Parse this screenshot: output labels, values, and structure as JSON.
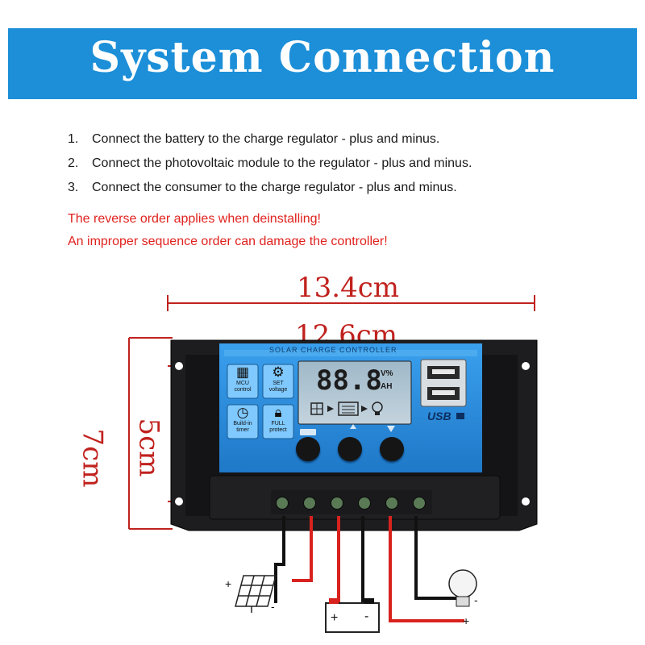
{
  "header": {
    "title": "System Connection"
  },
  "instructions": {
    "steps": [
      {
        "number": "1.",
        "text": "Connect the battery to the charge regulator - plus and minus."
      },
      {
        "number": "2.",
        "text": "Connect the photovoltaic module to the regulator - plus and minus."
      },
      {
        "number": "3.",
        "text": "Connect the consumer to the charge regulator - plus and minus."
      }
    ],
    "warnings": [
      "The reverse order applies when deinstalling!",
      "An improper sequence order can damage the controller!"
    ]
  },
  "dimensions": {
    "overall_width": "13.4cm",
    "hole_spacing_width": "12.6cm",
    "overall_height": "7cm",
    "hole_spacing_height": "5cm"
  },
  "controller": {
    "faceplate_label": "SOLAR CHARGE CONTROLLER",
    "lcd_digits": "88.8",
    "lcd_unit_top": "V%",
    "lcd_unit_bottom": "AH",
    "usb_label": "USB",
    "features": [
      {
        "icon": "chip-icon",
        "label_line1": "MCU",
        "label_line2": "control"
      },
      {
        "icon": "gear-icon",
        "label_line1": "SET",
        "label_line2": "voltage"
      },
      {
        "icon": "clock-icon",
        "label_line1": "Build-in",
        "label_line2": "timer"
      },
      {
        "icon": "lock-icon",
        "label_line1": "FULL",
        "label_line2": "protect"
      }
    ],
    "terminal_count": 6
  },
  "wiring": {
    "plus_sign": "+",
    "minus_sign": "-"
  },
  "colors": {
    "banner_blue": "#1c8fd8",
    "warning_red": "#e0221e",
    "dimension_red": "#c0221e",
    "panel_blue": "#2f8fe0",
    "wire_red": "#d8221e",
    "wire_black": "#111111"
  }
}
